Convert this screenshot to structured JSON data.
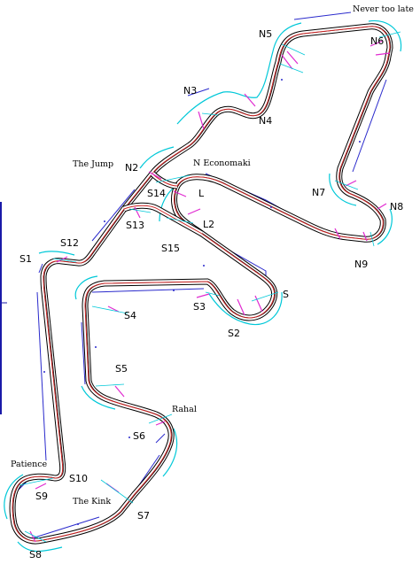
{
  "colors": {
    "track_outer": "#000000",
    "track_center": "#cc2222",
    "cyan_limits": "#00c8d8",
    "blue_barrier": "#2a2acc",
    "magenta_marks": "#e02ad0"
  },
  "labels": {
    "never_too_late": "Never too late",
    "n5": "N5",
    "n6": "N6",
    "n3": "N3",
    "n4": "N4",
    "the_jump": "The Jump",
    "n2": "N2",
    "n_economaki": "N Economaki",
    "s14": "S14",
    "l": "L",
    "n7": "N7",
    "n8": "N8",
    "s13": "S13",
    "l2": "L2",
    "s15": "S15",
    "n9": "N9",
    "s12": "S12",
    "s1": "S1",
    "s": "S",
    "s3": "S3",
    "s4": "S4",
    "s2": "S2",
    "s5": "S5",
    "rahal": "Rahal",
    "s6": "S6",
    "patience": "Patience",
    "s10": "S10",
    "s9": "S9",
    "the_kink": "The Kink",
    "s7": "S7",
    "s8": "S8"
  }
}
